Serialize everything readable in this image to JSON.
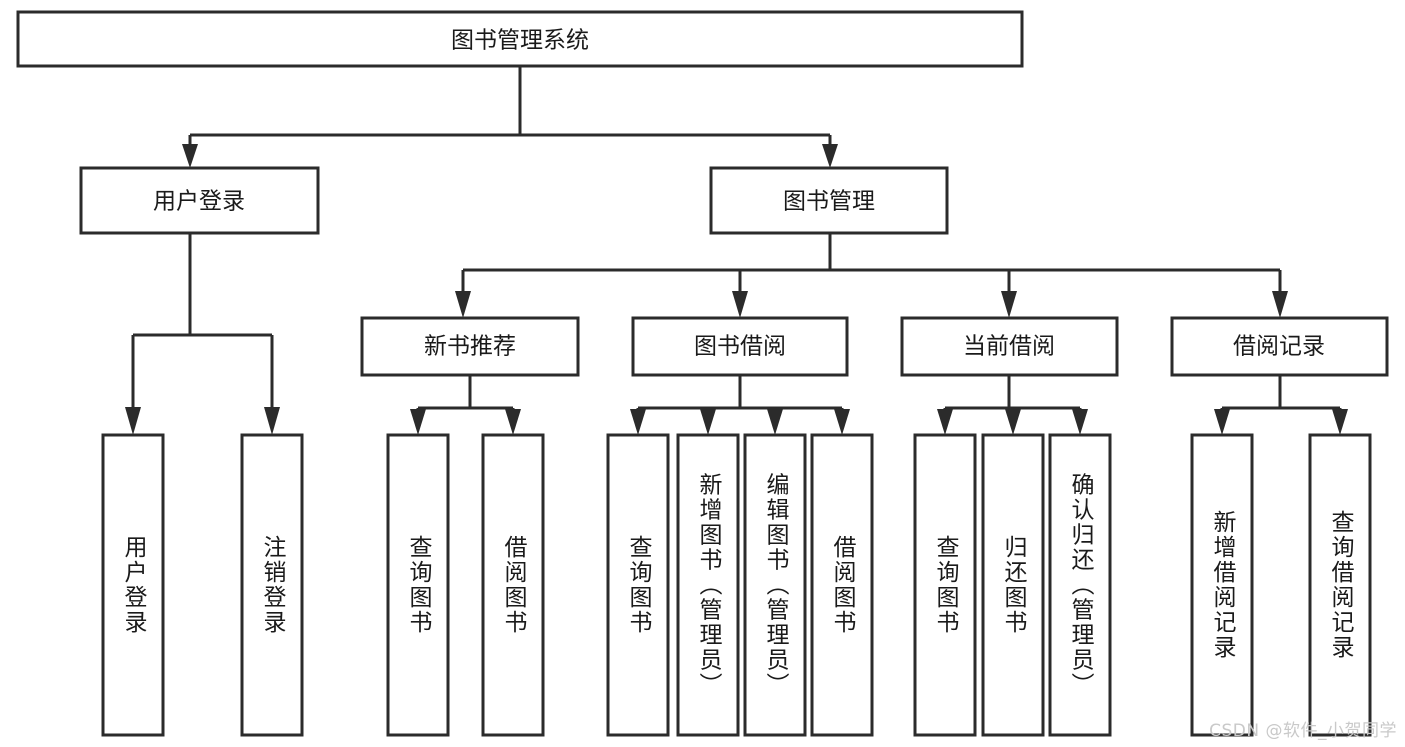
{
  "diagram": {
    "title": "图书管理系统",
    "type": "tree",
    "background_color": "#ffffff",
    "node_fill": "#ffffff",
    "node_stroke": "#2b2b2b",
    "text_color": "#1a1a1a",
    "root": {
      "label": "图书管理系统",
      "orientation": "horizontal"
    },
    "level1": [
      {
        "label": "用户登录",
        "orientation": "horizontal"
      },
      {
        "label": "图书管理",
        "orientation": "horizontal"
      }
    ],
    "level2": [
      {
        "label": "新书推荐",
        "orientation": "horizontal",
        "parent": "图书管理"
      },
      {
        "label": "图书借阅",
        "orientation": "horizontal",
        "parent": "图书管理"
      },
      {
        "label": "当前借阅",
        "orientation": "horizontal",
        "parent": "图书管理"
      },
      {
        "label": "借阅记录",
        "orientation": "horizontal",
        "parent": "图书管理"
      }
    ],
    "leaves": [
      {
        "label": "用户登录",
        "orientation": "vertical",
        "parent": "用户登录"
      },
      {
        "label": "注销登录",
        "orientation": "vertical",
        "parent": "用户登录"
      },
      {
        "label": "查询图书",
        "orientation": "vertical",
        "parent": "新书推荐"
      },
      {
        "label": "借阅图书",
        "orientation": "vertical",
        "parent": "新书推荐"
      },
      {
        "label": "查询图书",
        "orientation": "vertical",
        "parent": "图书借阅"
      },
      {
        "label": "新增图书（管理员）",
        "orientation": "vertical",
        "parent": "图书借阅"
      },
      {
        "label": "编辑图书（管理员）",
        "orientation": "vertical",
        "parent": "图书借阅"
      },
      {
        "label": "借阅图书",
        "orientation": "vertical",
        "parent": "图书借阅"
      },
      {
        "label": "查询图书",
        "orientation": "vertical",
        "parent": "当前借阅"
      },
      {
        "label": "归还图书",
        "orientation": "vertical",
        "parent": "当前借阅"
      },
      {
        "label": "确认归还（管理员）",
        "orientation": "vertical",
        "parent": "当前借阅"
      },
      {
        "label": "新增借阅记录",
        "orientation": "vertical",
        "parent": "借阅记录"
      },
      {
        "label": "查询借阅记录",
        "orientation": "vertical",
        "parent": "借阅记录"
      }
    ]
  },
  "watermark": {
    "text": "CSDN @软件_小贺同学"
  }
}
